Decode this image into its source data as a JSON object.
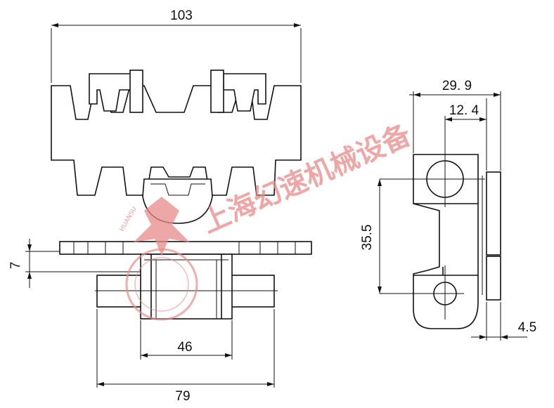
{
  "dimensions": {
    "top_width": "103",
    "side_width": "29. 9",
    "side_inner": "12. 4",
    "pitch": "35.5",
    "plate_thickness": "7",
    "pin_inner": "46",
    "pin_overall": "79",
    "side_offset": "4.5"
  },
  "watermark": {
    "text": "上海幻速机械设备",
    "ring_text": "HUANSU"
  }
}
